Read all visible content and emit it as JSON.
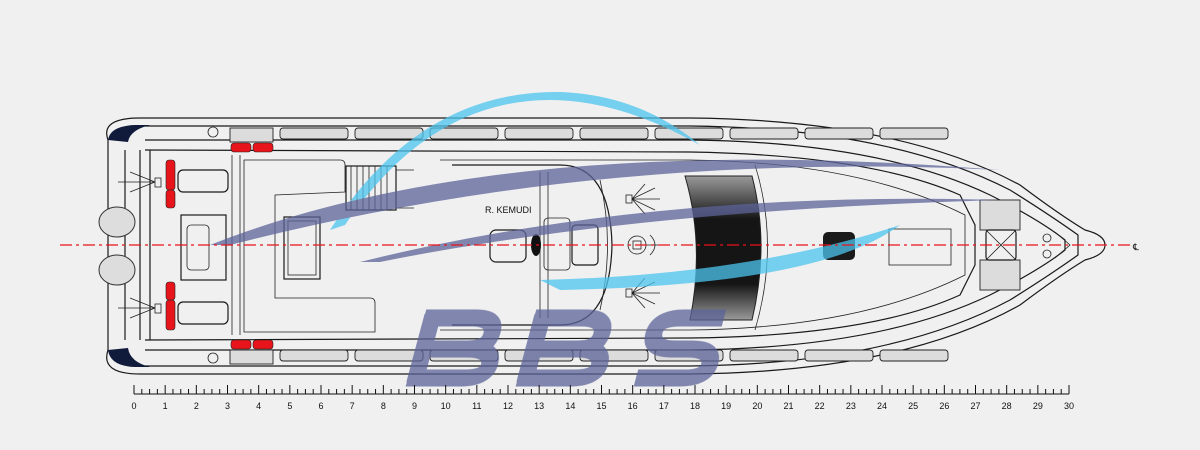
{
  "drawing": {
    "helm_label": "R. KEMUDI",
    "centerline_symbol": "℄",
    "watermark_text": "BBS",
    "colors": {
      "centerline": "#e8141b",
      "watermark_purple": "#5b6399",
      "watermark_blue": "#4cc4ee",
      "hull_line": "#1a1a1a",
      "background": "#f0f0f0"
    }
  },
  "scale_ruler": {
    "min": 0,
    "max": 30,
    "minor_divisions_per_unit": 4,
    "labels": [
      "0",
      "1",
      "2",
      "3",
      "4",
      "5",
      "6",
      "7",
      "8",
      "9",
      "10",
      "11",
      "12",
      "13",
      "14",
      "15",
      "16",
      "17",
      "18",
      "19",
      "20",
      "21",
      "22",
      "23",
      "24",
      "25",
      "26",
      "27",
      "28",
      "29",
      "30"
    ]
  }
}
